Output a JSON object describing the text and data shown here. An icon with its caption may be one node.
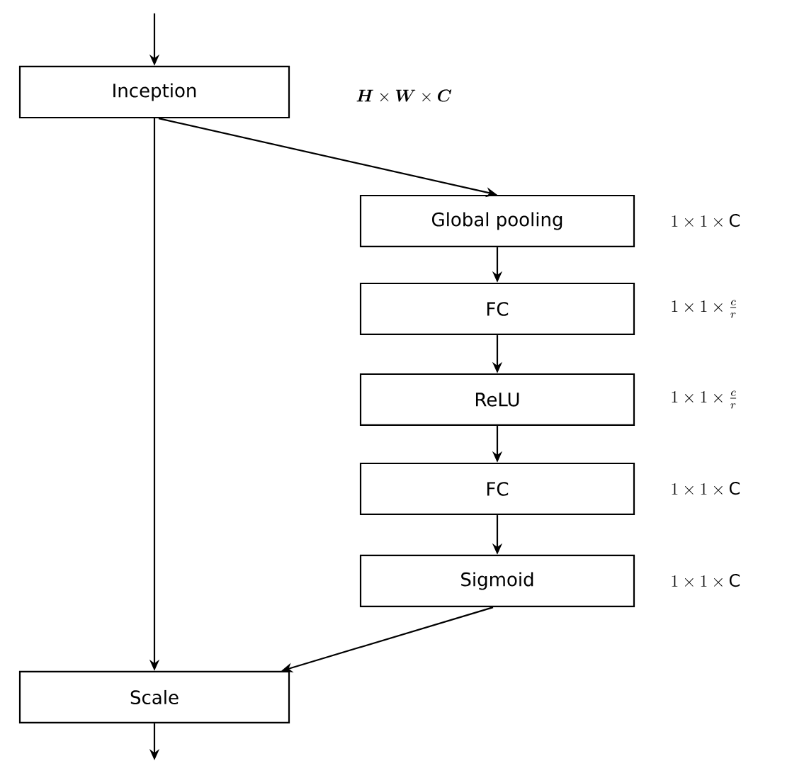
{
  "diagram": {
    "nodes": [
      {
        "text": [
          "Inception"
        ]
      },
      {
        "text": [
          "Global pooling"
        ],
        "beside": [
          "1\\times 1\\times \\mathrm{C}"
        ]
      },
      {
        "text": [
          "FC"
        ],
        "beside": [
          "1\\times 1\\times \\frac{c}{r}"
        ]
      },
      {
        "text": [
          "ReLU"
        ],
        "beside": [
          "1\\times 1\\times \\frac{c}{r}"
        ]
      },
      {
        "text": [
          "FC"
        ],
        "beside": [
          "1\\times 1\\times \\mathrm{C}"
        ]
      },
      {
        "text": [
          "Sigmoid"
        ],
        "beside": [
          "1\\times 1\\times \\mathrm{C}"
        ]
      },
      {
        "text": [
          "Scale"
        ]
      }
    ],
    "edges": [
      {
        "from": null,
        "to": 0,
        "arrow": "to"
      },
      {
        "from": 0,
        "to": 1,
        "arrow": "to"
      },
      {
        "from": 1,
        "to": 2,
        "arrow": "to"
      },
      {
        "from": 2,
        "to": 3,
        "arrow": "to"
      },
      {
        "from": 3,
        "to": 4,
        "arrow": "to"
      },
      {
        "from": 4,
        "to": 5,
        "arrow": "to"
      },
      {
        "from": 0,
        "to": 6,
        "arrow": "to"
      },
      {
        "from": 5,
        "to": 6,
        "arrow": "to"
      },
      {
        "from": 6,
        "to": null,
        "arrow": "to"
      }
    ],
    "labels": [
      "\\boldsymbol{H}\\times \\boldsymbol{W}\\times \\boldsymbol{C}"
    ]
  }
}
